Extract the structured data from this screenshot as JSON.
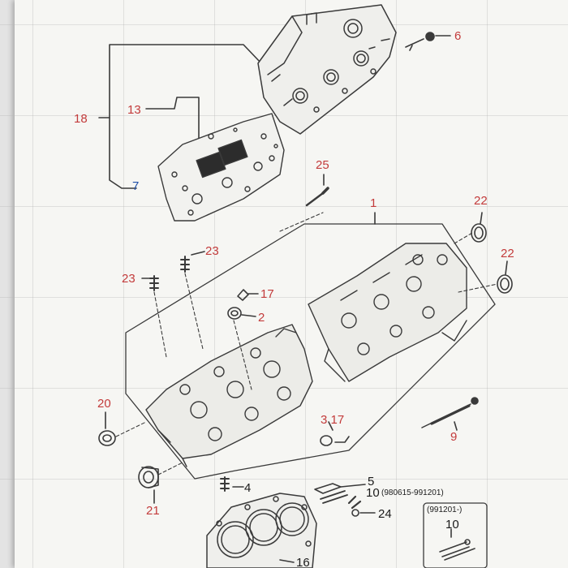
{
  "diagram": {
    "callouts": {
      "c1": "1",
      "c2": "2",
      "c3_17": "3 17",
      "c4": "4",
      "c5": "5",
      "c6": "6",
      "c7": "7",
      "c9": "9",
      "c10": "10",
      "c10_date": "(980615-991201)",
      "c10b": "10",
      "c13": "13",
      "c16": "16",
      "c17": "17",
      "c18": "18",
      "c20": "20",
      "c21": "21",
      "c22a": "22",
      "c22b": "22",
      "c23a": "23",
      "c23b": "23",
      "c24": "24",
      "c25": "25"
    },
    "inset_box": {
      "label": "(991201-)"
    },
    "colors": {
      "sheet": "#f6f6f3",
      "line": "#3a3a3a",
      "red_label": "#c33b3b",
      "blue_label": "#1f4fa8"
    }
  }
}
